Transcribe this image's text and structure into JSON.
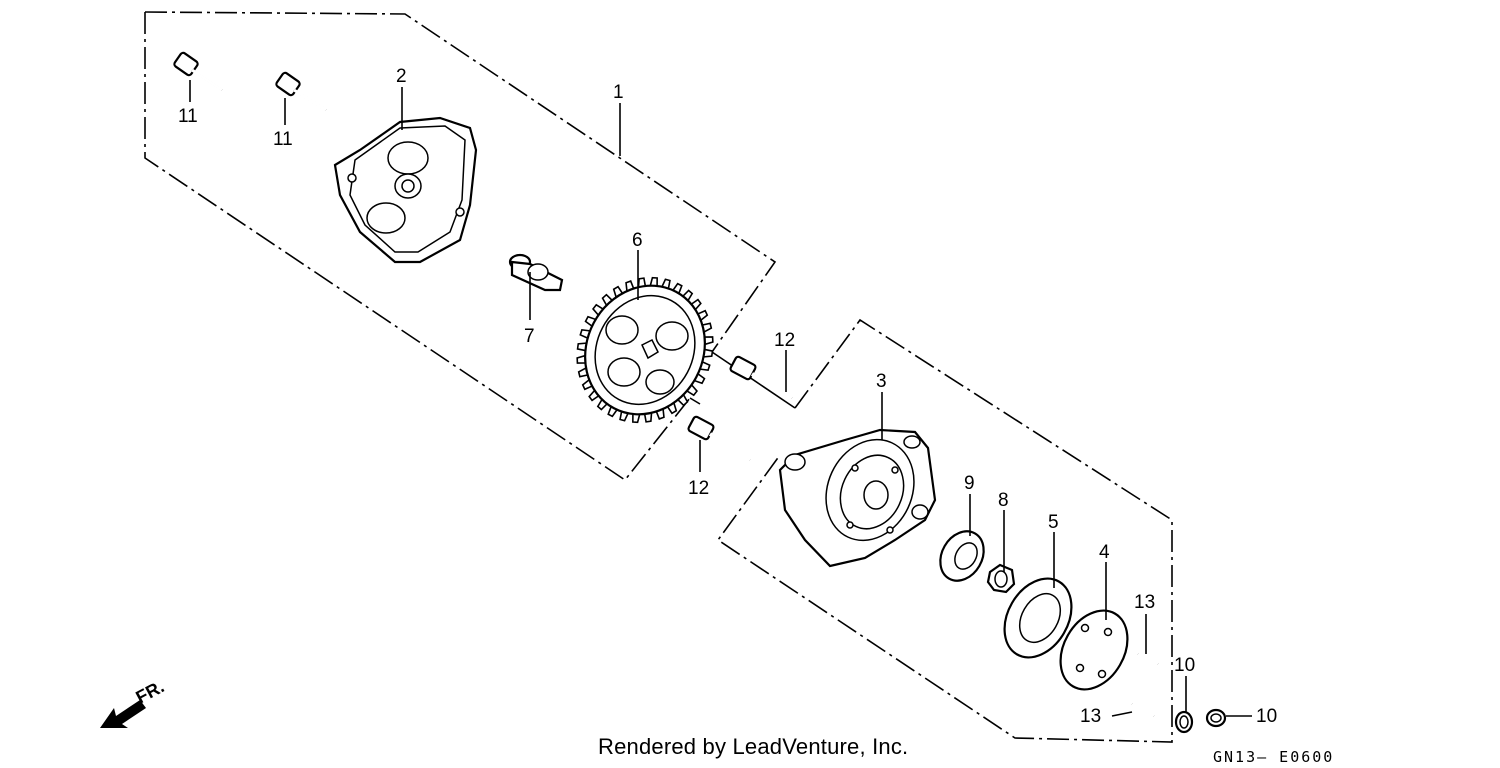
{
  "diagram": {
    "callouts": {
      "c1": "1",
      "c2": "2",
      "c3": "3",
      "c4": "4",
      "c5": "5",
      "c6": "6",
      "c7": "7",
      "c8": "8",
      "c9": "9",
      "c10a": "10",
      "c10b": "10",
      "c11a": "11",
      "c11b": "11",
      "c12a": "12",
      "c12b": "12",
      "c13a": "13",
      "c13b": "13"
    },
    "front_label": "FR.",
    "footer": "Rendered by LeadVenture, Inc.",
    "diagram_code": "GN13— E0600"
  }
}
